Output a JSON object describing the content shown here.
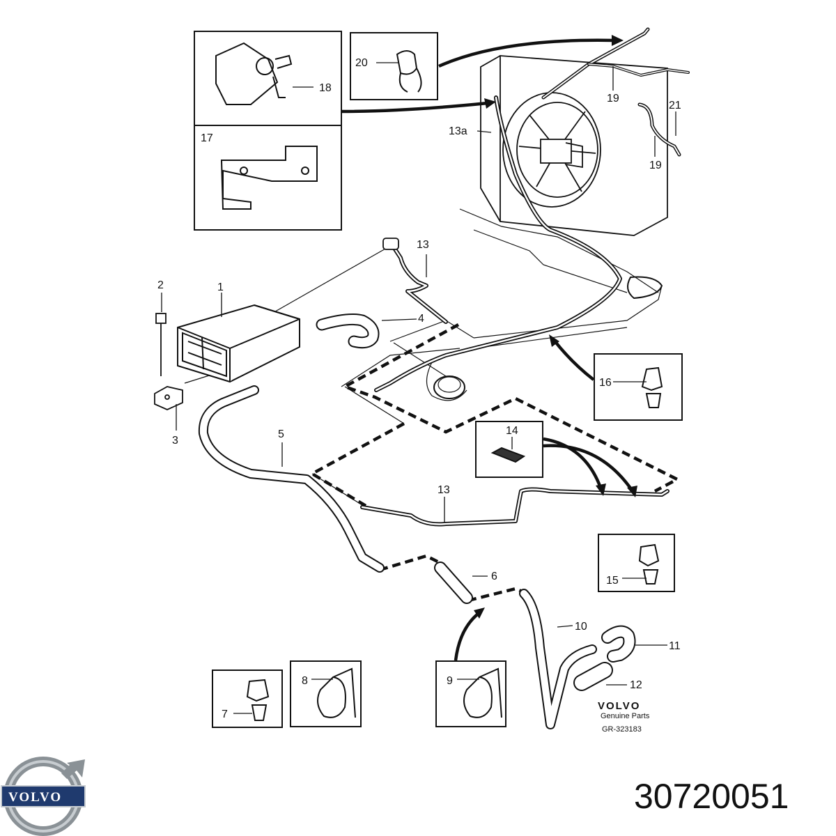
{
  "callouts": {
    "c1": "1",
    "c2": "2",
    "c3": "3",
    "c4": "4",
    "c5": "5",
    "c6": "6",
    "c7": "7",
    "c8": "8",
    "c9": "9",
    "c10": "10",
    "c11": "11",
    "c12": "12",
    "c13_top": "13",
    "c13_mid": "13",
    "c13a": "13a",
    "c14": "14",
    "c15": "15",
    "c16": "16",
    "c17": "17",
    "c18": "18",
    "c19_a": "19",
    "c19_b": "19",
    "c20": "20",
    "c21": "21"
  },
  "brand_block": {
    "brand": "VOLVO",
    "subtitle": "Genuine Parts",
    "drawing_code": "GR-323183"
  },
  "logo": {
    "text": "VOLVO"
  },
  "part_number": "30720051",
  "colors": {
    "ink": "#111111",
    "paper": "#ffffff",
    "logo_silver": "#8a9196",
    "logo_blue": "#1f3a6e"
  }
}
